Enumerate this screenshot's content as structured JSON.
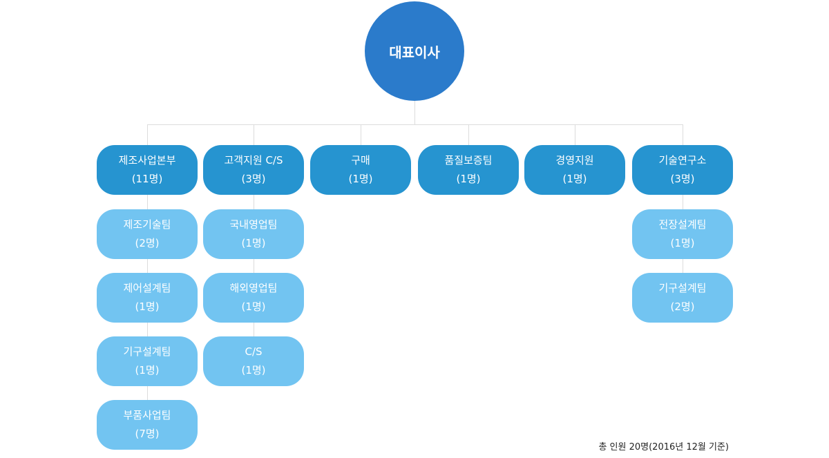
{
  "ceo": {
    "label": "대표이사"
  },
  "departments": [
    {
      "name": "제조사업본부",
      "count": "(11명)",
      "teams": [
        {
          "name": "제조기술팀",
          "count": "(2명)"
        },
        {
          "name": "제어설계팀",
          "count": "(1명)"
        },
        {
          "name": "기구설계팀",
          "count": "(1명)"
        },
        {
          "name": "부품사업팀",
          "count": "(7명)"
        }
      ]
    },
    {
      "name": "고객지원 C/S",
      "count": "(3명)",
      "teams": [
        {
          "name": "국내영업팀",
          "count": "(1명)"
        },
        {
          "name": "해외영업팀",
          "count": "(1명)"
        },
        {
          "name": "C/S",
          "count": "(1명)"
        }
      ]
    },
    {
      "name": "구매",
      "count": "(1명)",
      "teams": []
    },
    {
      "name": "품질보증팀",
      "count": "(1명)",
      "teams": []
    },
    {
      "name": "경영지원",
      "count": "(1명)",
      "teams": []
    },
    {
      "name": "기술연구소",
      "count": "(3명)",
      "teams": [
        {
          "name": "전장설계팀",
          "count": "(1명)"
        },
        {
          "name": "기구설계팀",
          "count": "(2명)"
        }
      ]
    }
  ],
  "footer_note": "총 인원 20명(2016년 12월 기준)",
  "colors": {
    "ceo": "#2b7bcb",
    "department": "#2694d0",
    "team": "#72c4f1",
    "connector": "#dcdcdc"
  }
}
